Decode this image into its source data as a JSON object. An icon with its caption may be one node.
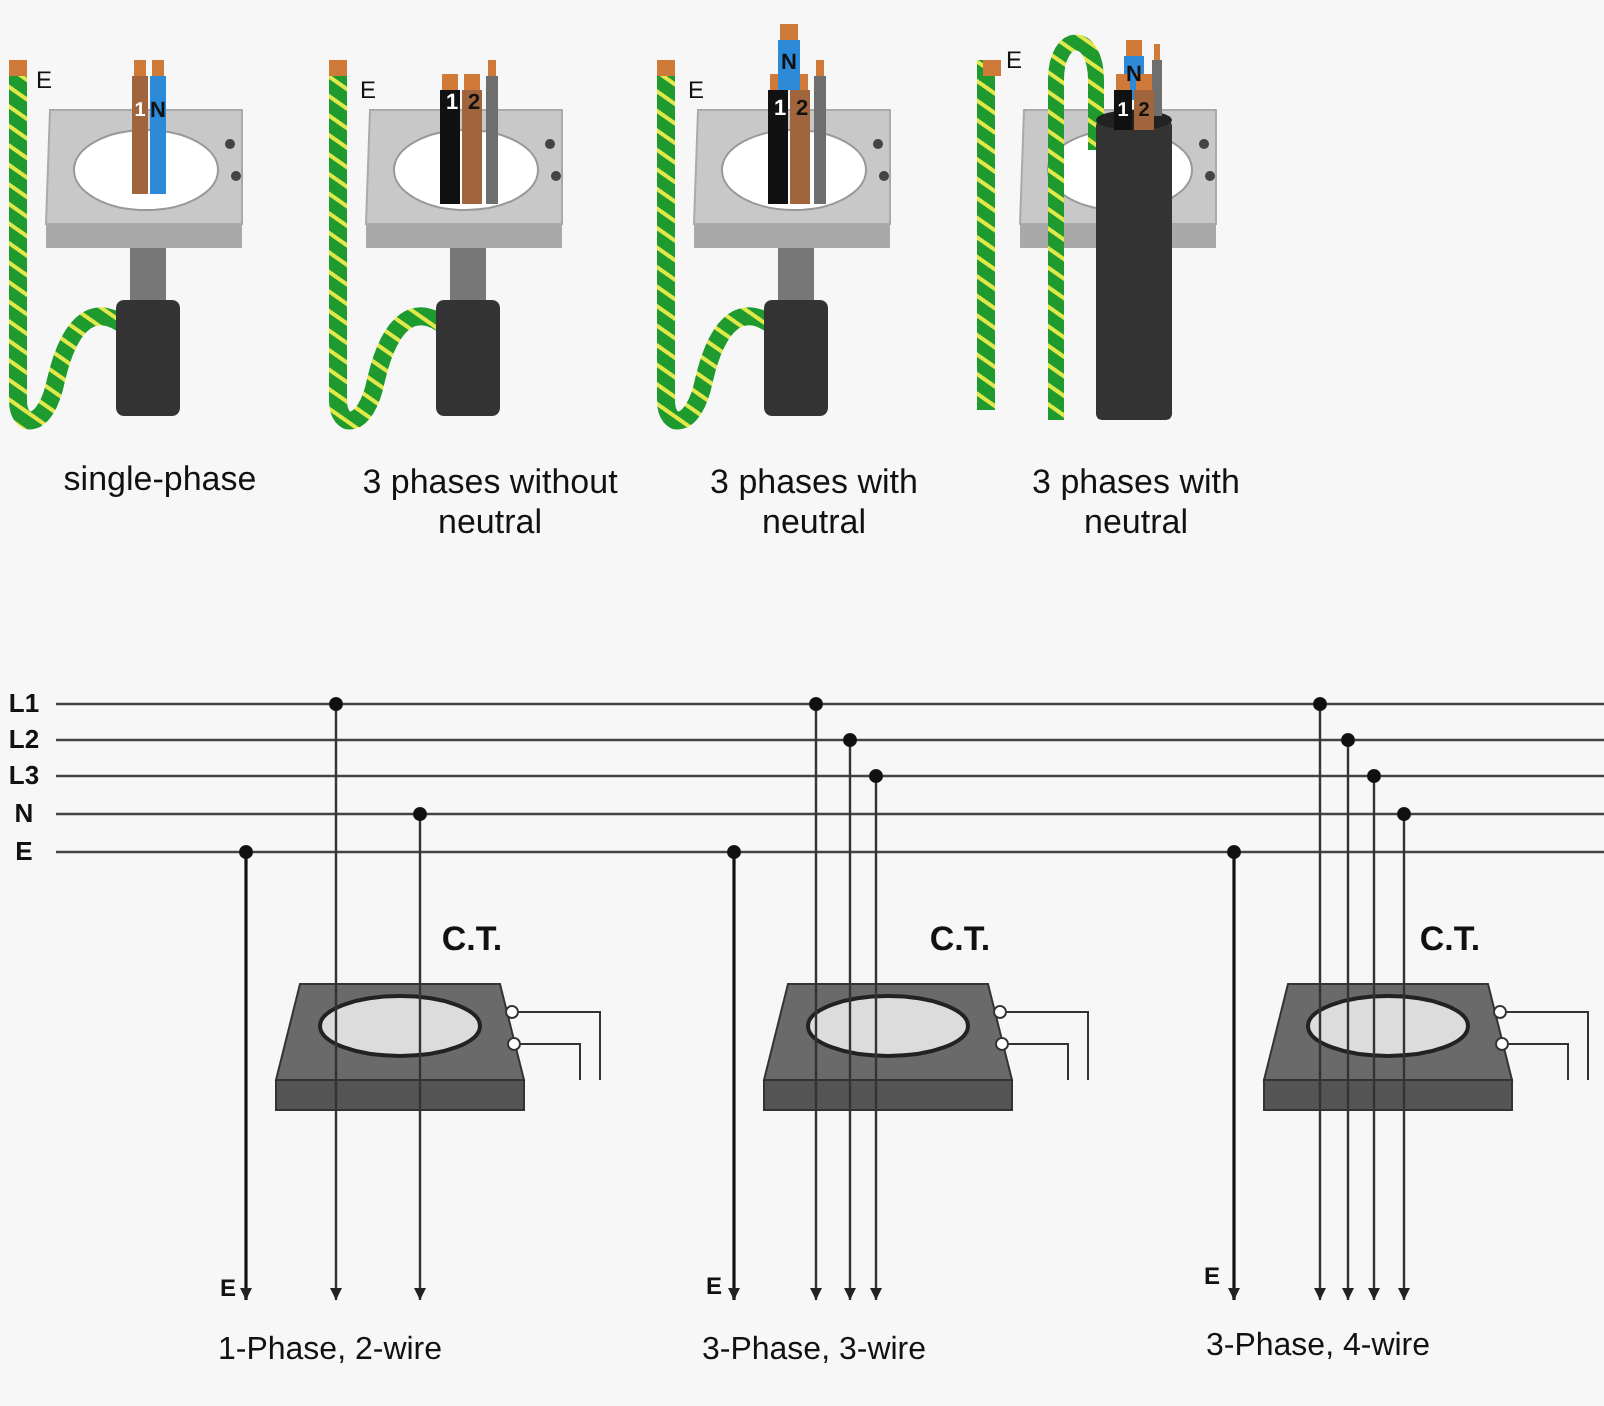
{
  "diagram": {
    "labels": [
      "E",
      "1",
      "N",
      "E",
      "1",
      "2",
      "N",
      "E",
      "1",
      "2",
      "E",
      "N",
      "1",
      "2",
      "single-phase",
      "3 phases without neutral",
      "3 phases with neutral",
      "3 phases with neutral",
      "L1",
      "L2",
      "L3",
      "N",
      "E",
      "C.T.",
      "C.T.",
      "C.T.",
      "E",
      "1-Phase, 2-wire",
      "E",
      "3-Phase, 3-wire",
      "E",
      "3-Phase, 4-wire"
    ]
  }
}
